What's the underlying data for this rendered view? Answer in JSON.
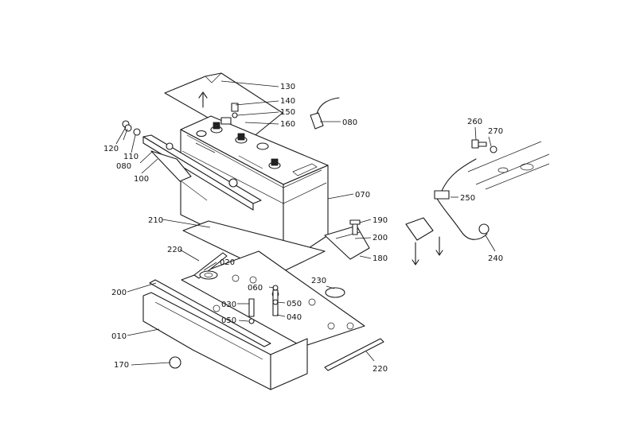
{
  "parts": {
    "p010": "010",
    "p020": "020",
    "p030": "030",
    "p040": "040",
    "p050a": "050",
    "p050b": "050",
    "p060": "060",
    "p070": "070",
    "p080a": "080",
    "p080b": "080",
    "p100": "100",
    "p110": "110",
    "p120": "120",
    "p130": "130",
    "p140": "140",
    "p150": "150",
    "p160": "160",
    "p170": "170",
    "p180": "180",
    "p190": "190",
    "p200a": "200",
    "p200b": "200",
    "p210": "210",
    "p220a": "220",
    "p220b": "220",
    "p230": "230",
    "p240": "240",
    "p250": "250",
    "p260": "260",
    "p270": "270"
  }
}
